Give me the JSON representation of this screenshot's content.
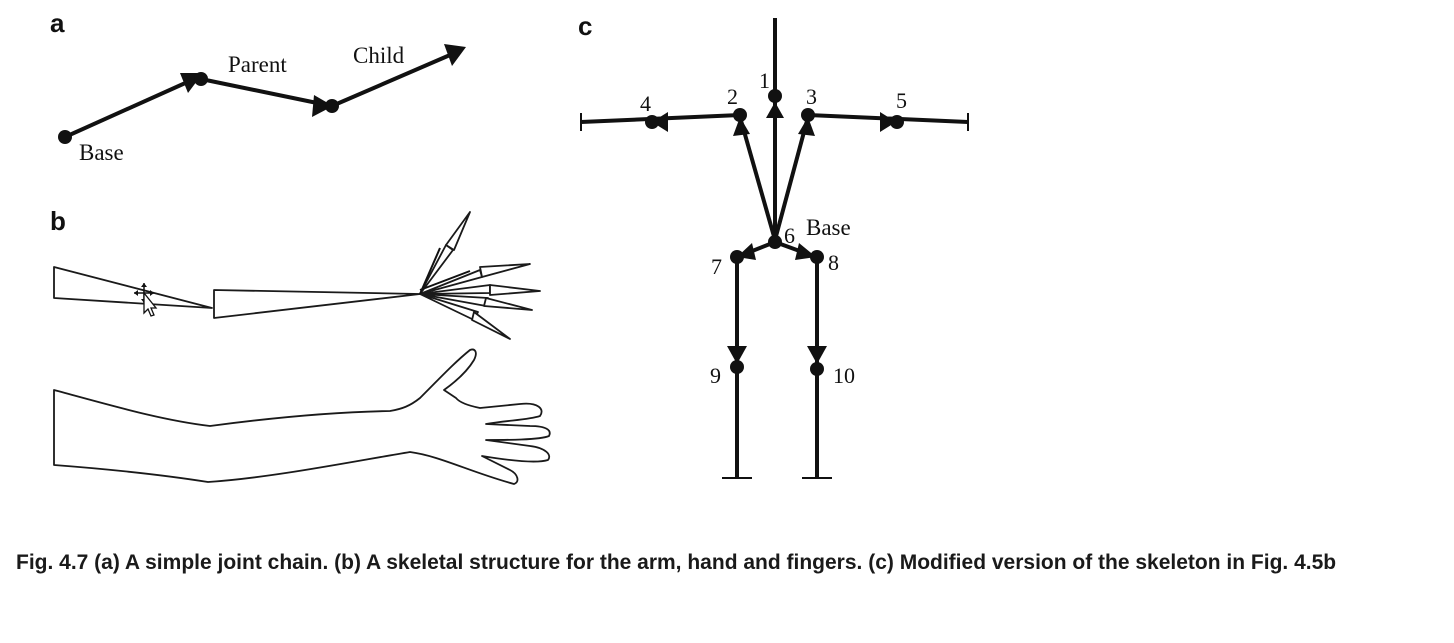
{
  "panels": {
    "a": {
      "label": "a",
      "base": "Base",
      "parent": "Parent",
      "child": "Child"
    },
    "b": {
      "label": "b"
    },
    "c": {
      "label": "c",
      "base": "Base",
      "joints": [
        "1",
        "2",
        "3",
        "4",
        "5",
        "6",
        "7",
        "8",
        "9",
        "10"
      ]
    }
  },
  "caption": "Fig. 4.7 (a) A simple joint chain. (b) A skeletal structure for the arm, hand and fingers. (c) Modified version of the skeleton in Fig. 4.5b",
  "colors": {
    "ink": "#111111",
    "background": "#ffffff"
  },
  "cursor": "move-arrow-cursor-icon"
}
